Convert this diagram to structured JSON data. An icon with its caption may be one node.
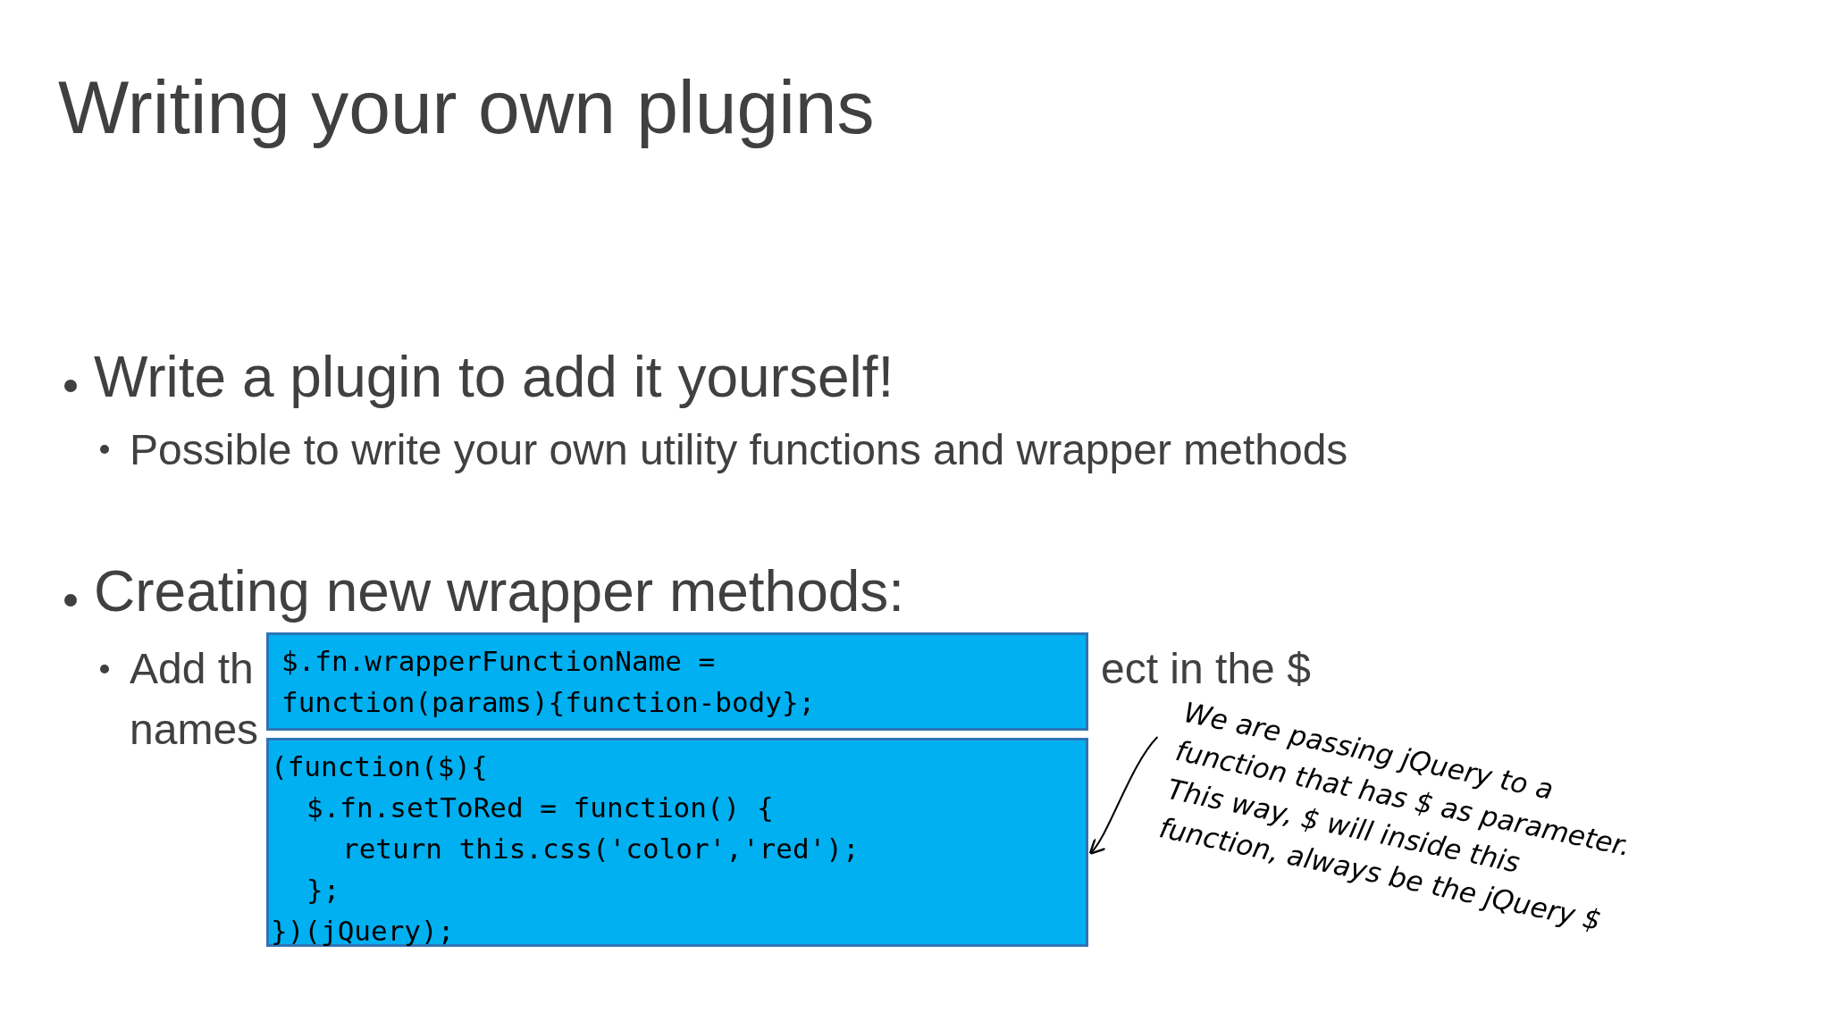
{
  "diagram": {
    "title": "Writing your own plugins",
    "nodes": [
      {
        "text": [
          "$.fn.wrapperFunctionName = function(params){function-body};"
        ]
      },
      {
        "text": [
          "(function($){",
          "$.fn.setToRed = function() {",
          "return this.css('color','red');",
          "};",
          "})(jQuery);"
        ]
      },
      {
        "text": [
          "We are passing jQuery to a function that has $ as parameter. This way, $ will inside this function, always be the jQuery $"
        ]
      }
    ],
    "edges": [
      {
        "from": 2,
        "to": 1,
        "arrow": "to"
      }
    ],
    "labels": [
      "Write a plugin to add it yourself!",
      "Possible to write your own utility functions and wrapper methods",
      "Creating new wrapper methods:",
      "Add th",
      "ect in the $",
      "names"
    ]
  }
}
